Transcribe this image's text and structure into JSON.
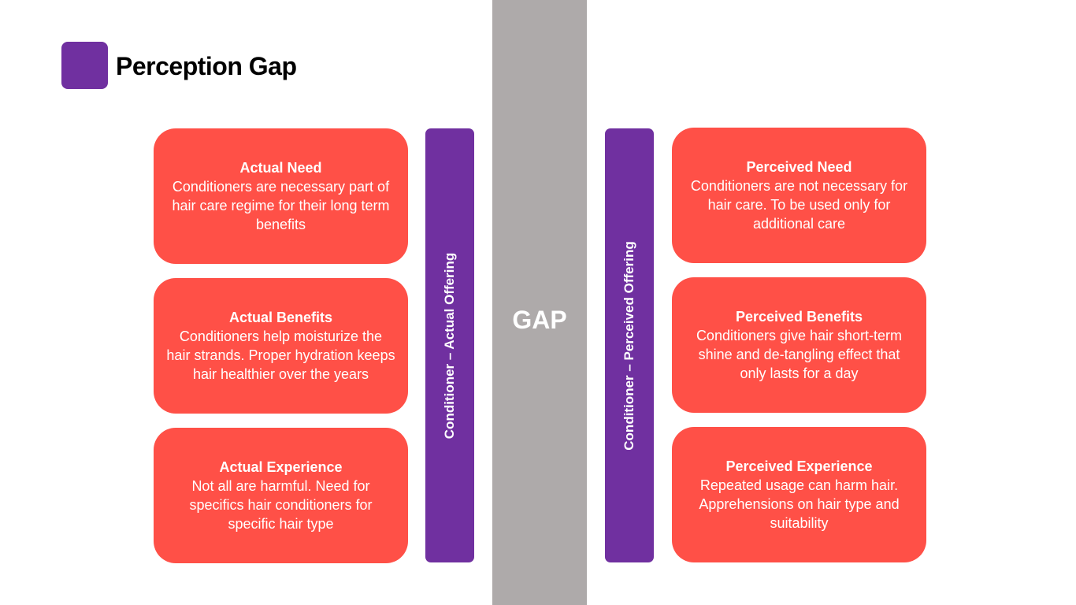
{
  "title": "Perception Gap",
  "gap_label": "GAP",
  "colors": {
    "accent_purple": "#7030a0",
    "card_red": "#ff5047",
    "gap_gray": "#aeaaaa"
  },
  "left": {
    "bar_label": "Conditioner – Actual Offering",
    "cards": [
      {
        "title": "Actual Need",
        "body": "Conditioners are necessary part of hair care regime for their long term benefits"
      },
      {
        "title": "Actual Benefits",
        "body": "Conditioners help moisturize the hair strands. Proper hydration keeps hair healthier over the years"
      },
      {
        "title": "Actual Experience",
        "body": "Not all are harmful. Need for specifics hair conditioners for specific hair type"
      }
    ]
  },
  "right": {
    "bar_label": "Conditioner – Perceived Offering",
    "cards": [
      {
        "title": "Perceived Need",
        "body": "Conditioners are not necessary for hair care. To be used only for additional care"
      },
      {
        "title": "Perceived Benefits",
        "body": "Conditioners give hair short-term shine and de-tangling effect that only lasts for a day"
      },
      {
        "title": "Perceived Experience",
        "body": "Repeated usage can harm hair. Apprehensions on hair type and suitability"
      }
    ]
  }
}
